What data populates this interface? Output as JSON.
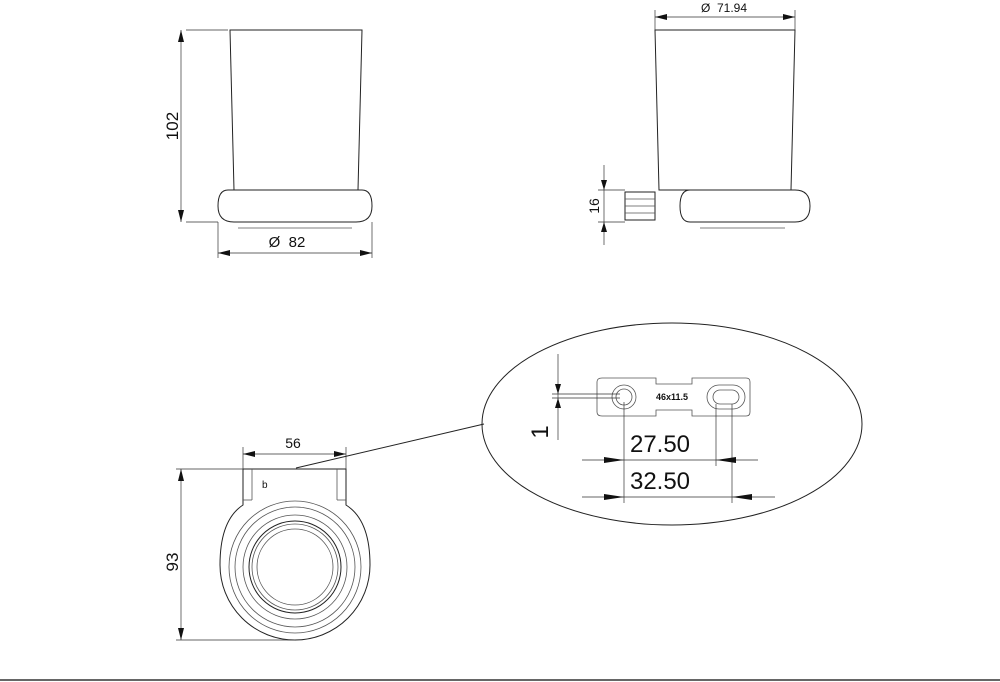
{
  "drawing": {
    "front_view": {
      "height_label": "102",
      "diameter_label": "Ø  82"
    },
    "side_view": {
      "diameter_label": "Ø  71.94",
      "base_height_label": "16"
    },
    "bottom_view": {
      "width_label": "56",
      "height_label": "93",
      "logo_mark": "b"
    },
    "detail": {
      "plate_label": "46x11.5",
      "offset_label": "1",
      "inner_spacing_label": "27.50",
      "outer_spacing_label": "32.50"
    }
  }
}
